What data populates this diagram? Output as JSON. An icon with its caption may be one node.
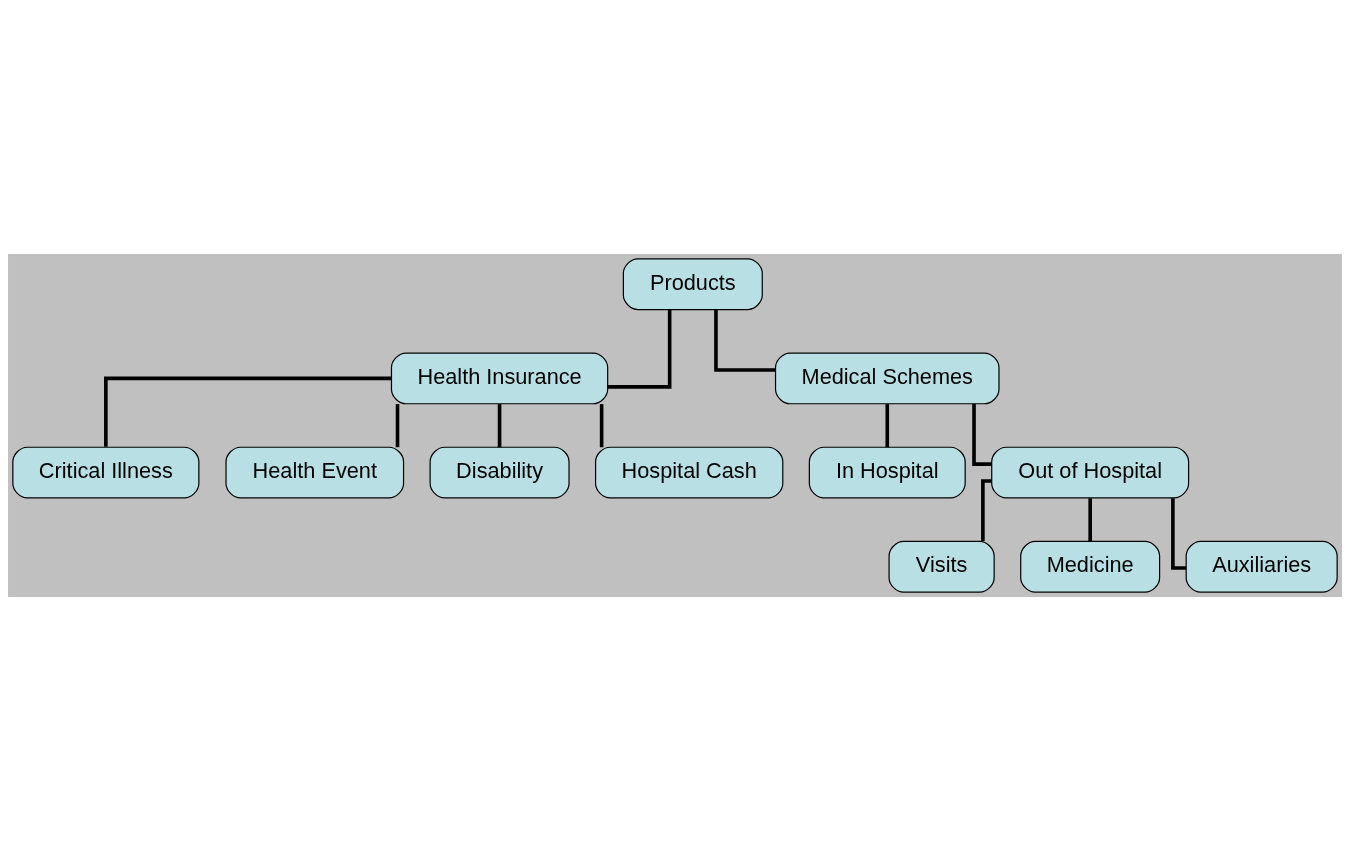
{
  "diagram": {
    "nodes": [
      {
        "text": [
          "Products"
        ]
      },
      {
        "text": [
          "Health Insurance"
        ]
      },
      {
        "text": [
          "Medical Schemes"
        ]
      },
      {
        "text": [
          "Critical Illness"
        ]
      },
      {
        "text": [
          "In Hospital"
        ]
      },
      {
        "text": [
          "Out of Hospital"
        ]
      },
      {
        "text": [
          "Health Event"
        ]
      },
      {
        "text": [
          "Visits"
        ]
      },
      {
        "text": [
          "Disability"
        ]
      },
      {
        "text": [
          "Medicine"
        ]
      },
      {
        "text": [
          "Hospital Cash"
        ]
      },
      {
        "text": [
          "Auxiliaries"
        ]
      }
    ],
    "edges": [
      {
        "from": 0,
        "to": 1,
        "arrow": "none"
      },
      {
        "from": 0,
        "to": 2,
        "arrow": "none"
      },
      {
        "from": 1,
        "to": 3,
        "arrow": "none"
      },
      {
        "from": 1,
        "to": 6,
        "arrow": "none"
      },
      {
        "from": 1,
        "to": 8,
        "arrow": "none"
      },
      {
        "from": 1,
        "to": 10,
        "arrow": "none"
      },
      {
        "from": 2,
        "to": 4,
        "arrow": "none"
      },
      {
        "from": 2,
        "to": 5,
        "arrow": "none"
      },
      {
        "from": 5,
        "to": 7,
        "arrow": "none"
      },
      {
        "from": 5,
        "to": 9,
        "arrow": "none"
      },
      {
        "from": 5,
        "to": 11,
        "arrow": "none"
      }
    ]
  }
}
